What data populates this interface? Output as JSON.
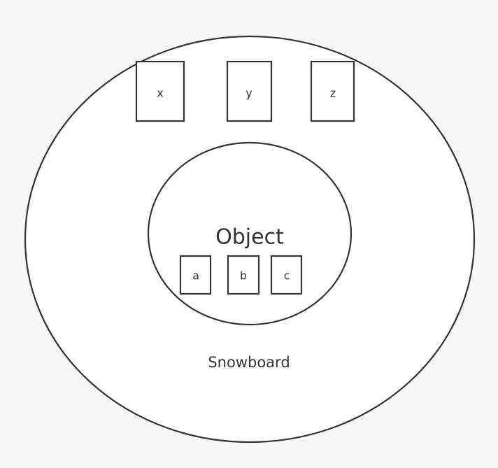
{
  "diagram": {
    "outer": {
      "label": "Snowboard"
    },
    "inner": {
      "label": "Object"
    },
    "outer_boxes": [
      {
        "label": "x"
      },
      {
        "label": "y"
      },
      {
        "label": "z"
      }
    ],
    "inner_boxes": [
      {
        "label": "a"
      },
      {
        "label": "b"
      },
      {
        "label": "c"
      }
    ],
    "colors": {
      "background": "#f7f7f7",
      "fill": "#ffffff",
      "stroke": "#333333",
      "text": "#333333"
    }
  }
}
